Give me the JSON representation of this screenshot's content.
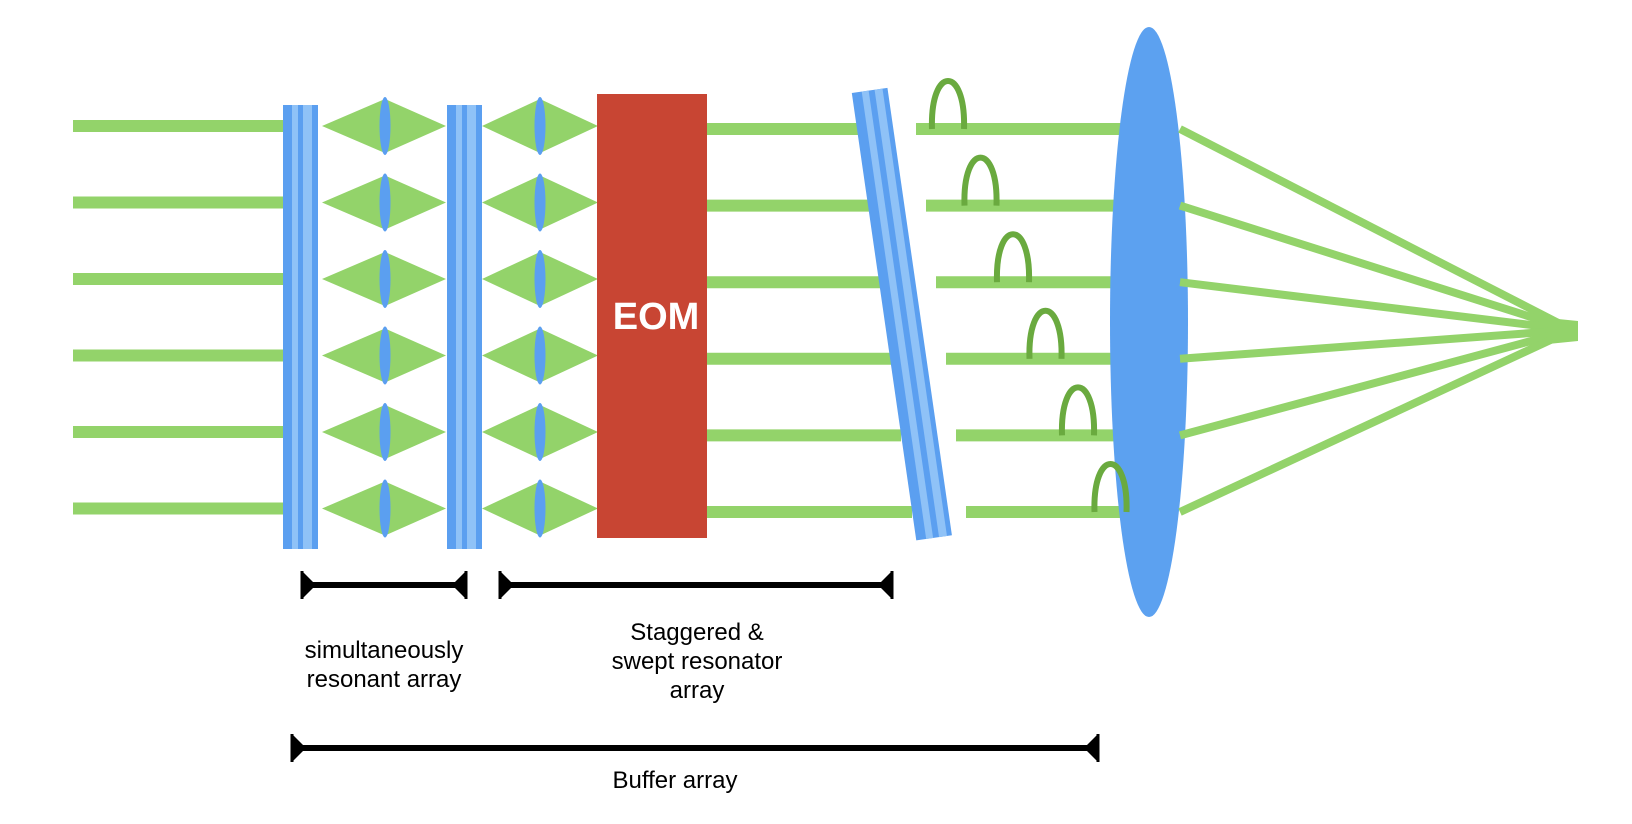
{
  "colors": {
    "beam": "#93d36a",
    "mirror_outer": "#5b9ff0",
    "mirror_inner": "#8fc2f7",
    "lens": "#5ca1f0",
    "eom": "#c84533",
    "pulse": "#6aaa3f",
    "bracket": "#000000",
    "background": "#ffffff"
  },
  "components": {
    "eom": {
      "label": "EOM"
    }
  },
  "labels": {
    "simultaneously_resonant": [
      "simultaneously",
      "resonant array"
    ],
    "staggered_swept": [
      "Staggered &",
      "swept resonator",
      "array"
    ],
    "buffer": "Buffer array"
  },
  "counts": {
    "beams": 6
  }
}
